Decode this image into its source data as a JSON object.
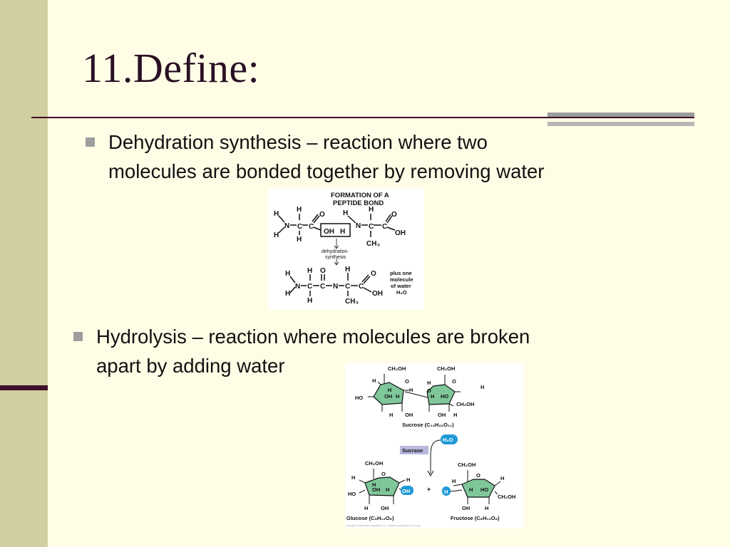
{
  "slide": {
    "title": "11.Define:",
    "bullets": [
      {
        "text_lines": [
          "Dehydration synthesis – reaction where two",
          "molecules are bonded together by removing water"
        ]
      },
      {
        "text_lines": [
          "Hydrolysis – reaction where molecules are broken",
          "apart by adding water"
        ]
      }
    ]
  },
  "peptide_figure": {
    "title_lines": [
      "FORMATION OF A",
      "PEPTIDE BOND"
    ],
    "step_label_lines": [
      "dehydration",
      "synthesis"
    ],
    "side_note_lines": [
      "plus one",
      "molecule",
      "of water",
      "H₂O"
    ],
    "atoms": {
      "h": "H",
      "n": "N",
      "c": "C",
      "o": "O",
      "oh": "OH",
      "ch3": "CH₃"
    }
  },
  "sucrose_figure": {
    "sucrose_label": "Sucrose (C₁₂H₂₂O₁₁)",
    "enzyme_label": "Sucrase",
    "water_label": "H₂O",
    "glucose_label": "Glucose (C₆H₁₂O₆)",
    "fructose_label": "Fructose  (C₆H₁₂O₆)",
    "plus_label": "+",
    "groups": {
      "ch2oh": "CH₂OH",
      "h": "H",
      "o": "O",
      "oh": "OH",
      "ho": "HO",
      "h_ion": "H"
    },
    "copyright": "Copyright © 2004 Pearson Education, Inc., publishing as Benjamin Cummings."
  },
  "colors": {
    "ring_fill": "#7fc79a",
    "ion_fill": "#1f9ad6",
    "enzyme_fill": "#b9b9dd"
  }
}
